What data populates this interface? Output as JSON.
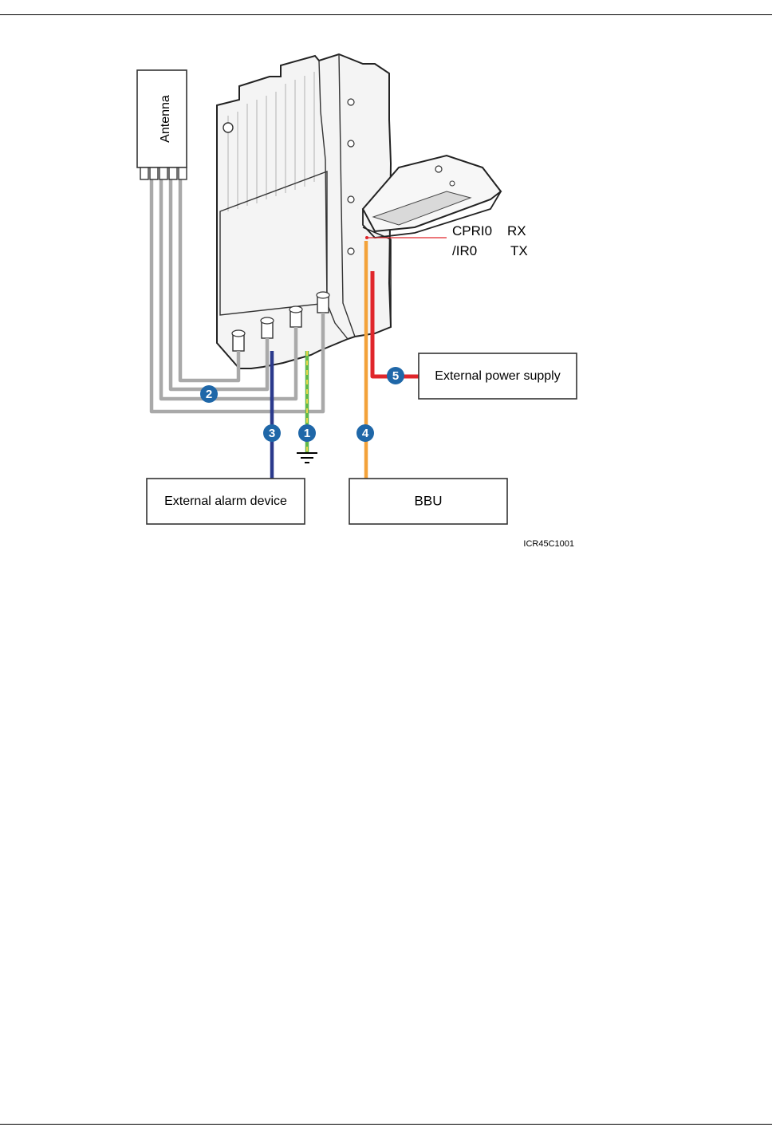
{
  "labels": {
    "antenna": "Antenna",
    "cpri_line1": "CPRI0",
    "cpri_line2": "/IR0",
    "rx": "RX",
    "tx": "TX",
    "external_power_supply": "External power supply",
    "external_alarm_device": "External alarm device",
    "bbu": "BBU",
    "figure_id": "ICR45C1001"
  },
  "callouts": {
    "c1": "1",
    "c2": "2",
    "c3": "3",
    "c4": "4",
    "c5": "5"
  },
  "colors": {
    "rf_cable": "#a9a9a9",
    "alarm_cable": "#2b3a8c",
    "ground_cable_green": "#5fb84a",
    "ground_cable_yellow": "#e6d84a",
    "fiber_cable": "#f3a23a",
    "power_cable": "#e0262b",
    "callout_fill": "#1f67a8"
  },
  "icons": {
    "ground": "ground-symbol-icon"
  }
}
